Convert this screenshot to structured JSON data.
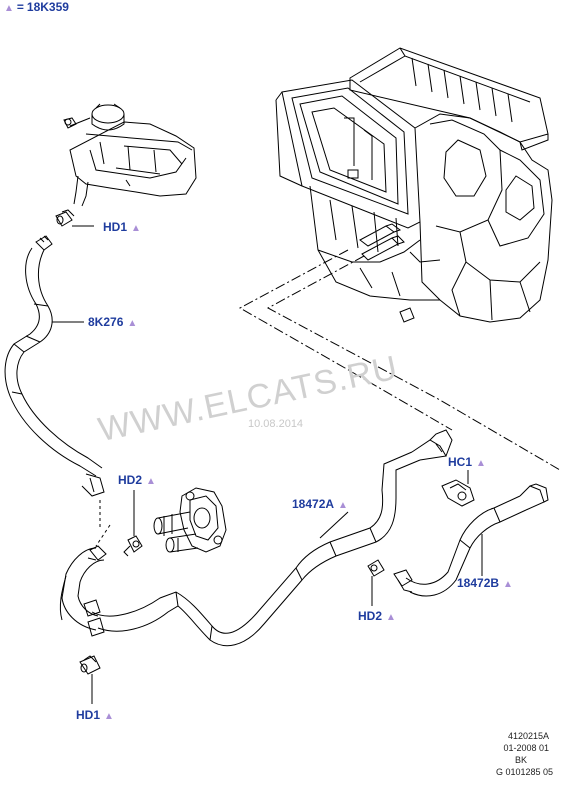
{
  "legend": {
    "symbol": "triangle",
    "equals": "=",
    "code": "18K359"
  },
  "labels": {
    "hd1_top": "HD1",
    "k276": "8K276",
    "hd2_left": "HD2",
    "hose_a": "18472A",
    "hc1": "HC1",
    "hose_b": "18472B",
    "hd2_right": "HD2",
    "hd1_bottom": "HD1"
  },
  "watermark": {
    "text": "WWW.ELCATS.RU",
    "date": "10.08.2014"
  },
  "footer": {
    "line1": "4120215A",
    "line2": "01-2008 01",
    "line3": "BK",
    "line4": "G 0101285 05"
  },
  "colors": {
    "label": "#1f3c9e",
    "triangle": "#a98fd6",
    "line": "#000000"
  }
}
